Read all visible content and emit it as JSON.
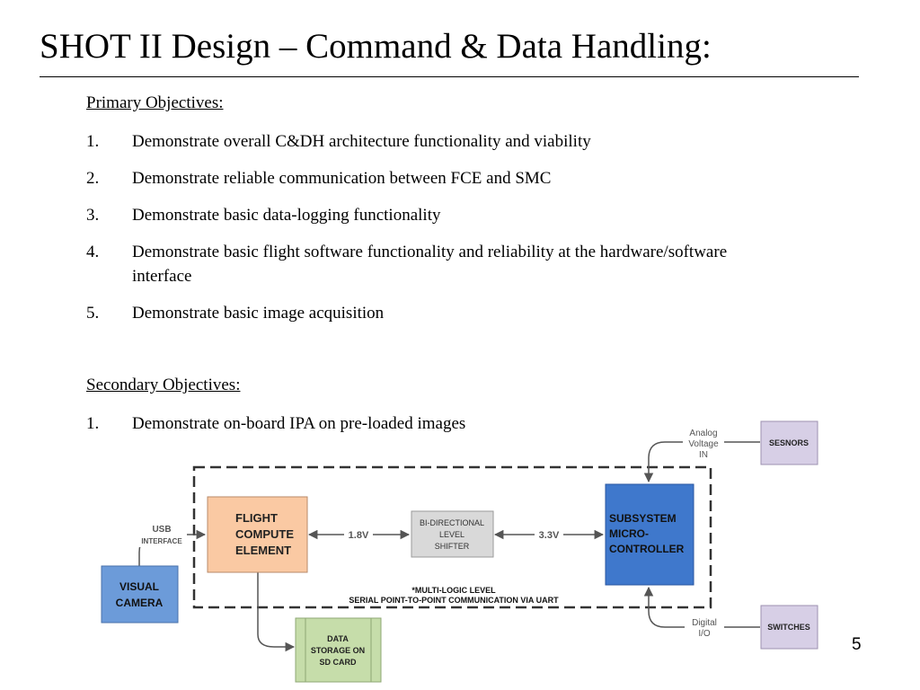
{
  "slide": {
    "title": "SHOT II Design – Command & Data Handling:",
    "page_number": "5"
  },
  "primary": {
    "heading": "Primary Objectives:",
    "items": [
      {
        "num": "1.",
        "text": "Demonstrate overall C&DH architecture functionality and viability"
      },
      {
        "num": "2.",
        "text": "Demonstrate reliable communication between FCE and SMC"
      },
      {
        "num": "3.",
        "text": "Demonstrate basic data-logging functionality"
      },
      {
        "num": "4.",
        "text": "Demonstrate basic flight software functionality and reliability at the hardware/software interface"
      },
      {
        "num": "5.",
        "text": "Demonstrate basic image acquisition"
      }
    ]
  },
  "secondary": {
    "heading": "Secondary Objectives:",
    "items": [
      {
        "num": "1.",
        "text": "Demonstrate on-board IPA on pre-loaded images"
      }
    ]
  },
  "diagram": {
    "colors": {
      "fce": "#FAC9A3",
      "smc": "#3F78CC",
      "camera": "#6C9BD9",
      "shifter": "#D9D9D9",
      "storage": "#C6DDAA",
      "side_box": "#D7CFE6",
      "line": "#555555"
    },
    "fce": {
      "line1": "Flight",
      "line2": "Compute",
      "line3": "Element"
    },
    "smc": {
      "line1": "Subsystem",
      "line2": "Micro-",
      "line3": "Controller"
    },
    "shifter": {
      "line1": "Bi-Directional",
      "line2": "Level",
      "line3": "Shifter"
    },
    "camera": {
      "line1": "Visual",
      "line2": "Camera"
    },
    "storage": {
      "line1": "Data",
      "line2": "Storage on",
      "line3": "SD Card"
    },
    "sensors": {
      "label": "Sesnors"
    },
    "switches": {
      "label": "Switches"
    },
    "labels": {
      "v18": "1.8V",
      "v33": "3.3V",
      "usb1": "USB",
      "usb2": "Interface",
      "analog1": "Analog",
      "analog2": "Voltage",
      "analog3": "IN",
      "digital1": "Digital",
      "digital2": "I/O",
      "uart1": "*Multi-Logic Level",
      "uart2": "Serial Point-to-Point Communication via UART"
    }
  }
}
